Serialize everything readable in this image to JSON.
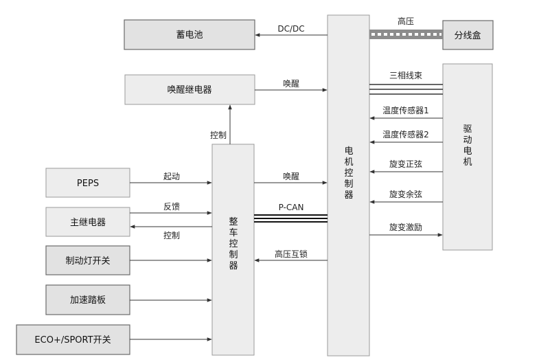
{
  "blocks": {
    "battery": "蓄电池",
    "wake_relay": "唤醒继电器",
    "junction_box": "分线盒",
    "peps": "PEPS",
    "main_relay": "主继电器",
    "brake_switch": "制动灯开关",
    "accel_pedal": "加速踏板",
    "eco_sport": "ECO+/SPORT开关",
    "vcu": [
      "整",
      "车",
      "控",
      "制",
      "器"
    ],
    "mcu": [
      "电",
      "机",
      "控",
      "制",
      "器"
    ],
    "motor": [
      "驱",
      "动",
      "电",
      "机"
    ]
  },
  "signals": {
    "dcdc": "DC/DC",
    "high_voltage": "高压",
    "wake_mcu": "唤醒",
    "control_relay": "控制",
    "start": "起动",
    "wake_vcu": "唤醒",
    "feedback": "反馈",
    "pcan": "P-CAN",
    "control_main": "控制",
    "hv_interlock": "高压互锁",
    "three_phase": "三相线束",
    "temp1": "温度传感器1",
    "temp2": "温度传感器2",
    "sine": "旋变正弦",
    "cosine": "旋变余弦",
    "excitation": "旋变激励"
  }
}
